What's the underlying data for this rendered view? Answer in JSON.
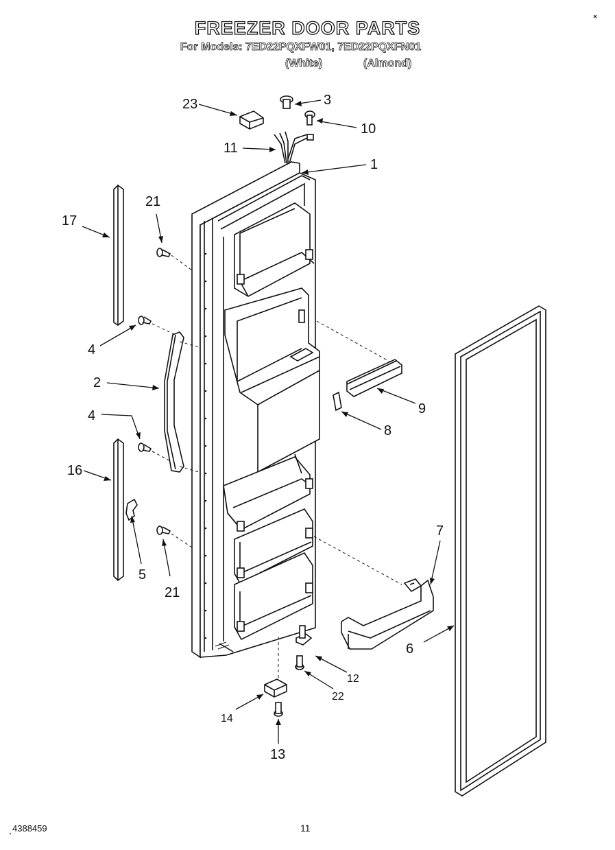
{
  "header": {
    "title": "FREEZER DOOR PARTS",
    "models_line": "For Models: 7ED22PQXFW01, 7ED22PQXFN01",
    "color_white": "(White)",
    "color_almond": "(Almond)"
  },
  "callouts": {
    "c1": "1",
    "c2": "2",
    "c3": "3",
    "c4a": "4",
    "c4b": "4",
    "c5": "5",
    "c6": "6",
    "c7": "7",
    "c8": "8",
    "c9": "9",
    "c10": "10",
    "c11": "11",
    "c12": "12",
    "c13": "13",
    "c14": "14",
    "c16": "16",
    "c17": "17",
    "c21a": "21",
    "c21b": "21",
    "c22": "22",
    "c23": "23"
  },
  "footer": {
    "code": "4388459",
    "page": "11"
  }
}
